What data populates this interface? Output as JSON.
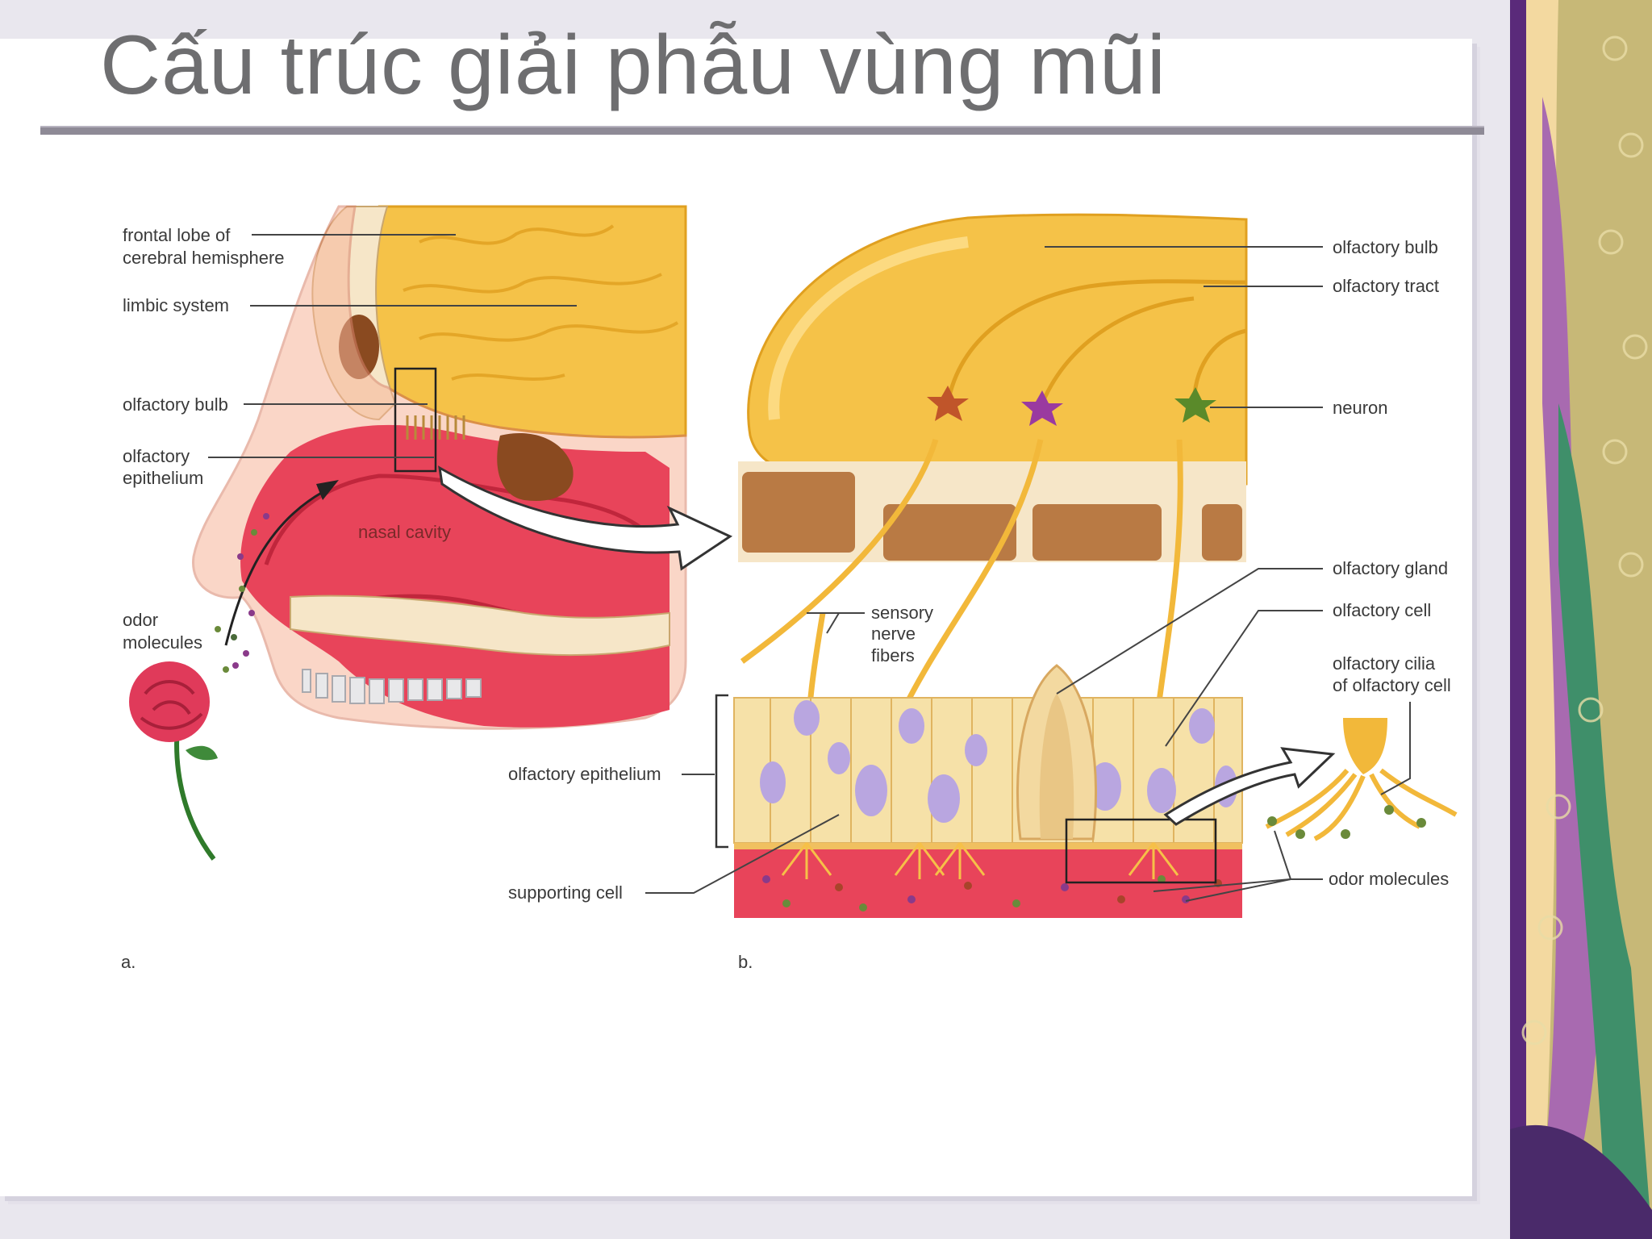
{
  "slide": {
    "title": "Cấu trúc giải phẫu vùng mũi"
  },
  "panel_a": {
    "letter": "a.",
    "labels": {
      "frontal_lobe_line1": "frontal lobe of",
      "frontal_lobe_line2": "cerebral hemisphere",
      "limbic_system": "limbic system",
      "olfactory_bulb": "olfactory bulb",
      "olfactory_epithelium_line1": "olfactory",
      "olfactory_epithelium_line2": "epithelium",
      "nasal_cavity": "nasal cavity",
      "odor_molecules_line1": "odor",
      "odor_molecules_line2": "molecules"
    }
  },
  "panel_b": {
    "letter": "b.",
    "labels": {
      "olfactory_bulb": "olfactory bulb",
      "olfactory_tract": "olfactory tract",
      "neuron": "neuron",
      "olfactory_gland": "olfactory gland",
      "olfactory_cell": "olfactory cell",
      "olfactory_cilia_line1": "olfactory cilia",
      "olfactory_cilia_line2": "of olfactory cell",
      "sensory_line1": "sensory",
      "sensory_line2": "nerve",
      "sensory_line3": "fibers",
      "olfactory_epithelium": "olfactory epithelium",
      "supporting_cell": "supporting cell",
      "odor_molecules": "odor molecules"
    }
  },
  "colors": {
    "brain": "#f5c248",
    "brain_dark": "#e0a020",
    "nasal_tissue": "#e8445a",
    "bone": "#f6e6c8",
    "bone_spots": "#9b5a2a",
    "nucleus": "#b9a6e0",
    "title_text": "#6e6e70"
  }
}
